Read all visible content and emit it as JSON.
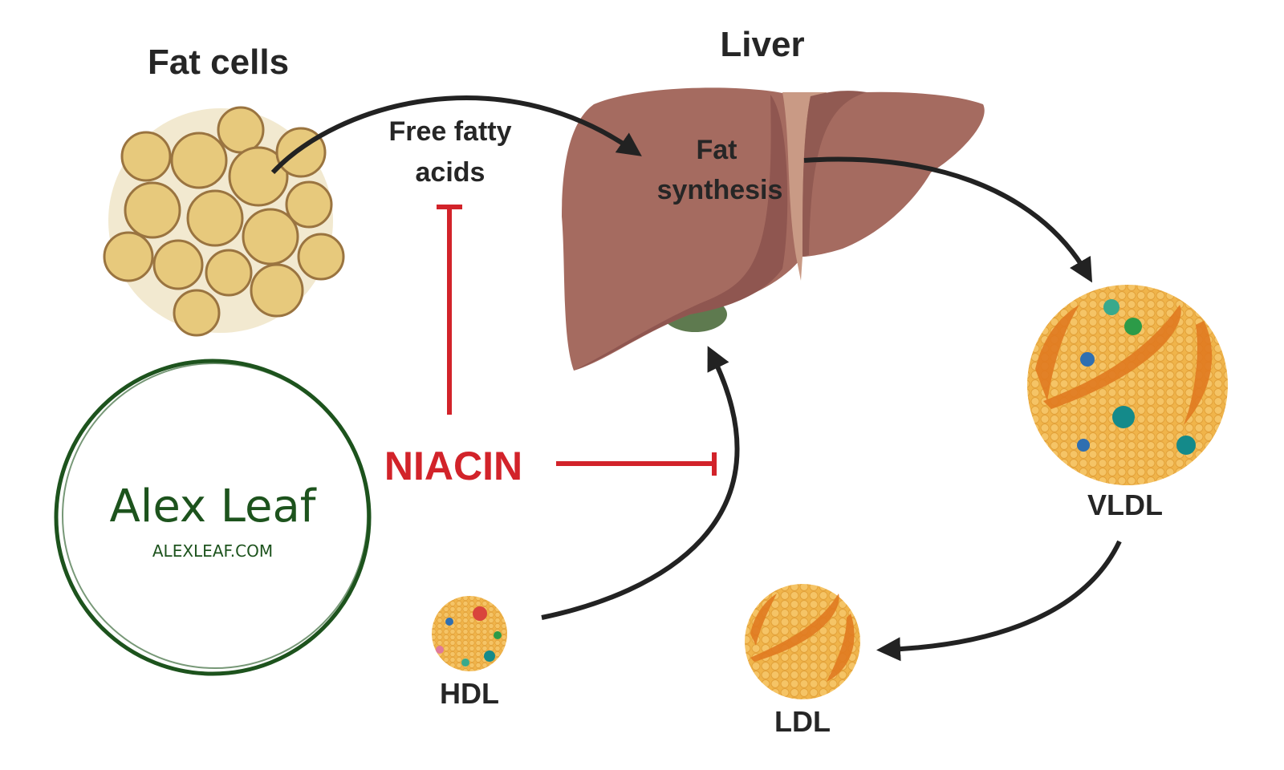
{
  "labels": {
    "fat_cells": "Fat cells",
    "liver": "Liver",
    "free_fatty_acids_line1": "Free fatty",
    "free_fatty_acids_line2": "acids",
    "fat_synthesis_line1": "Fat",
    "fat_synthesis_line2": "synthesis",
    "niacin": "NIACIN",
    "vldl": "VLDL",
    "ldl": "LDL",
    "hdl": "HDL"
  },
  "logo": {
    "name": "Alex Leaf",
    "url": "ALEXLEAF.COM"
  },
  "colors": {
    "arrow": "#222222",
    "inhibition": "#d2232a",
    "liver": "#a56b60",
    "logo_green": "#1d531d",
    "lipoprotein": "#f1b64e"
  }
}
